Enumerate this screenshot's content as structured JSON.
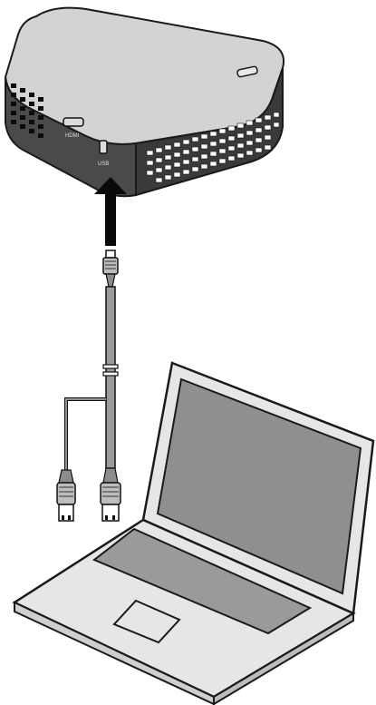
{
  "diagram": {
    "projector": {
      "port_labels": [
        "HDMI",
        "USB"
      ]
    },
    "arrow_direction": "up",
    "colors": {
      "projector_top": "#d3d3d3",
      "projector_side": "#4a4a4a",
      "cable": "#9b9b9b",
      "laptop_body": "#e6e6e6",
      "laptop_screen": "#8f8f8f",
      "keyboard": "#9a9a9a",
      "outline": "#1a1a1a"
    }
  }
}
